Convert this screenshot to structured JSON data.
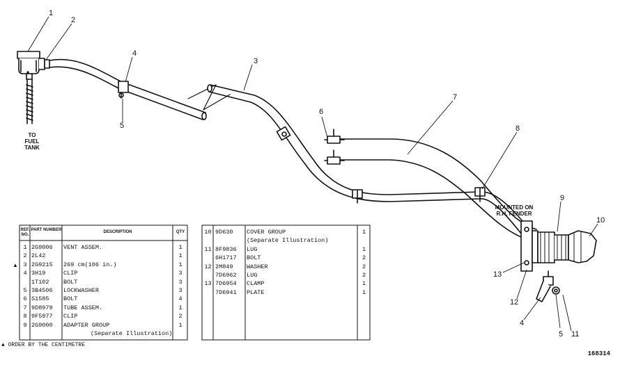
{
  "callouts": [
    {
      "id": "c1",
      "text": "1"
    },
    {
      "id": "c2",
      "text": "2"
    },
    {
      "id": "c3",
      "text": "3"
    },
    {
      "id": "c4",
      "text": "4"
    },
    {
      "id": "c5",
      "text": "5"
    },
    {
      "id": "c6",
      "text": "6"
    },
    {
      "id": "c7",
      "text": "7"
    },
    {
      "id": "c8",
      "text": "8"
    },
    {
      "id": "c9",
      "text": "9"
    },
    {
      "id": "c10",
      "text": "10"
    },
    {
      "id": "c11",
      "text": "11"
    },
    {
      "id": "c12",
      "text": "12"
    },
    {
      "id": "c13",
      "text": "13"
    },
    {
      "id": "c4b",
      "text": "4"
    },
    {
      "id": "c5b",
      "text": "5"
    }
  ],
  "notes": {
    "fuel_tank": [
      "TO",
      "FUEL",
      "TANK"
    ],
    "mounted": [
      "MOUNTED ON",
      "R.H. FENDER"
    ]
  },
  "table_left": {
    "headers": {
      "ref": "REF. NO.",
      "part": "PART NUMBER",
      "desc": "DESCRIPTION",
      "qty": "QTY"
    },
    "rows": [
      {
        "ref": "1",
        "part": "2G9006",
        "desc": "VENT ASSEM.",
        "qty": "1",
        "mark": ""
      },
      {
        "ref": "2",
        "part": "2L42",
        "desc": "",
        "qty": "1",
        "mark": ""
      },
      {
        "ref": "3",
        "part": "2G9215",
        "desc": "269 cm(106 in.)",
        "qty": "1",
        "mark": "▲"
      },
      {
        "ref": "4",
        "part": "3H19",
        "desc": "CLIP",
        "qty": "3",
        "mark": ""
      },
      {
        "ref": "",
        "part": "1T102",
        "desc": "BOLT",
        "qty": "3",
        "mark": ""
      },
      {
        "ref": "5",
        "part": "3B4506",
        "desc": "LOCKWASHER",
        "qty": "3",
        "mark": ""
      },
      {
        "ref": "6",
        "part": "S1585",
        "desc": "BOLT",
        "qty": "4",
        "mark": ""
      },
      {
        "ref": "7",
        "part": "9D8979",
        "desc": "TUBE ASSEM.",
        "qty": "1",
        "mark": ""
      },
      {
        "ref": "8",
        "part": "9F5977",
        "desc": "CLIP",
        "qty": "2",
        "mark": ""
      },
      {
        "ref": "9",
        "part": "2G9000",
        "desc": "ADAPTER GROUP",
        "qty": "1",
        "mark": ""
      }
    ],
    "sub_note": "(Separate Illustration)",
    "footer": "▲ ORDER BY THE CENTIMETRE"
  },
  "table_right": {
    "rows": [
      {
        "ref": "10",
        "part": "9D630",
        "desc": "COVER GROUP",
        "qty": "1"
      },
      {
        "ref": "",
        "part": "",
        "desc": "(Separate Illustration)",
        "qty": ""
      },
      {
        "ref": "11",
        "part": "8F9836",
        "desc": "LUG",
        "qty": "1"
      },
      {
        "ref": "",
        "part": "6H1717",
        "desc": "BOLT",
        "qty": "2"
      },
      {
        "ref": "12",
        "part": "2M849",
        "desc": "WASHER",
        "qty": "2"
      },
      {
        "ref": "",
        "part": "7D6962",
        "desc": "LUG",
        "qty": "2"
      },
      {
        "ref": "13",
        "part": "7D6954",
        "desc": "CLAMP",
        "qty": "1"
      },
      {
        "ref": "",
        "part": "7D6941",
        "desc": "PLATE",
        "qty": "1"
      }
    ]
  },
  "figure_number": "168314"
}
